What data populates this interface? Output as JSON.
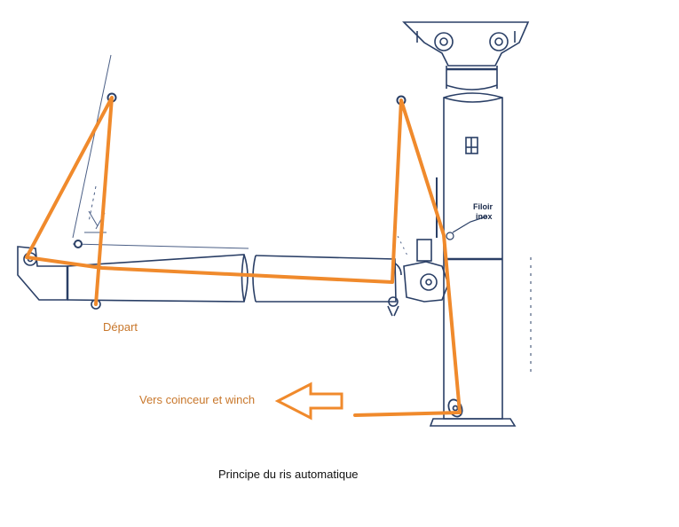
{
  "labels": {
    "depart": "Départ",
    "winch": "Vers coinceur et winch",
    "filoir_line1": "Filoir",
    "filoir_line2": "inox",
    "caption": "Principe du ris automatique"
  },
  "colors": {
    "line": "#f08a2c",
    "ink": "#2a3f66",
    "label_orange": "#c8772b",
    "caption": "#111111"
  }
}
